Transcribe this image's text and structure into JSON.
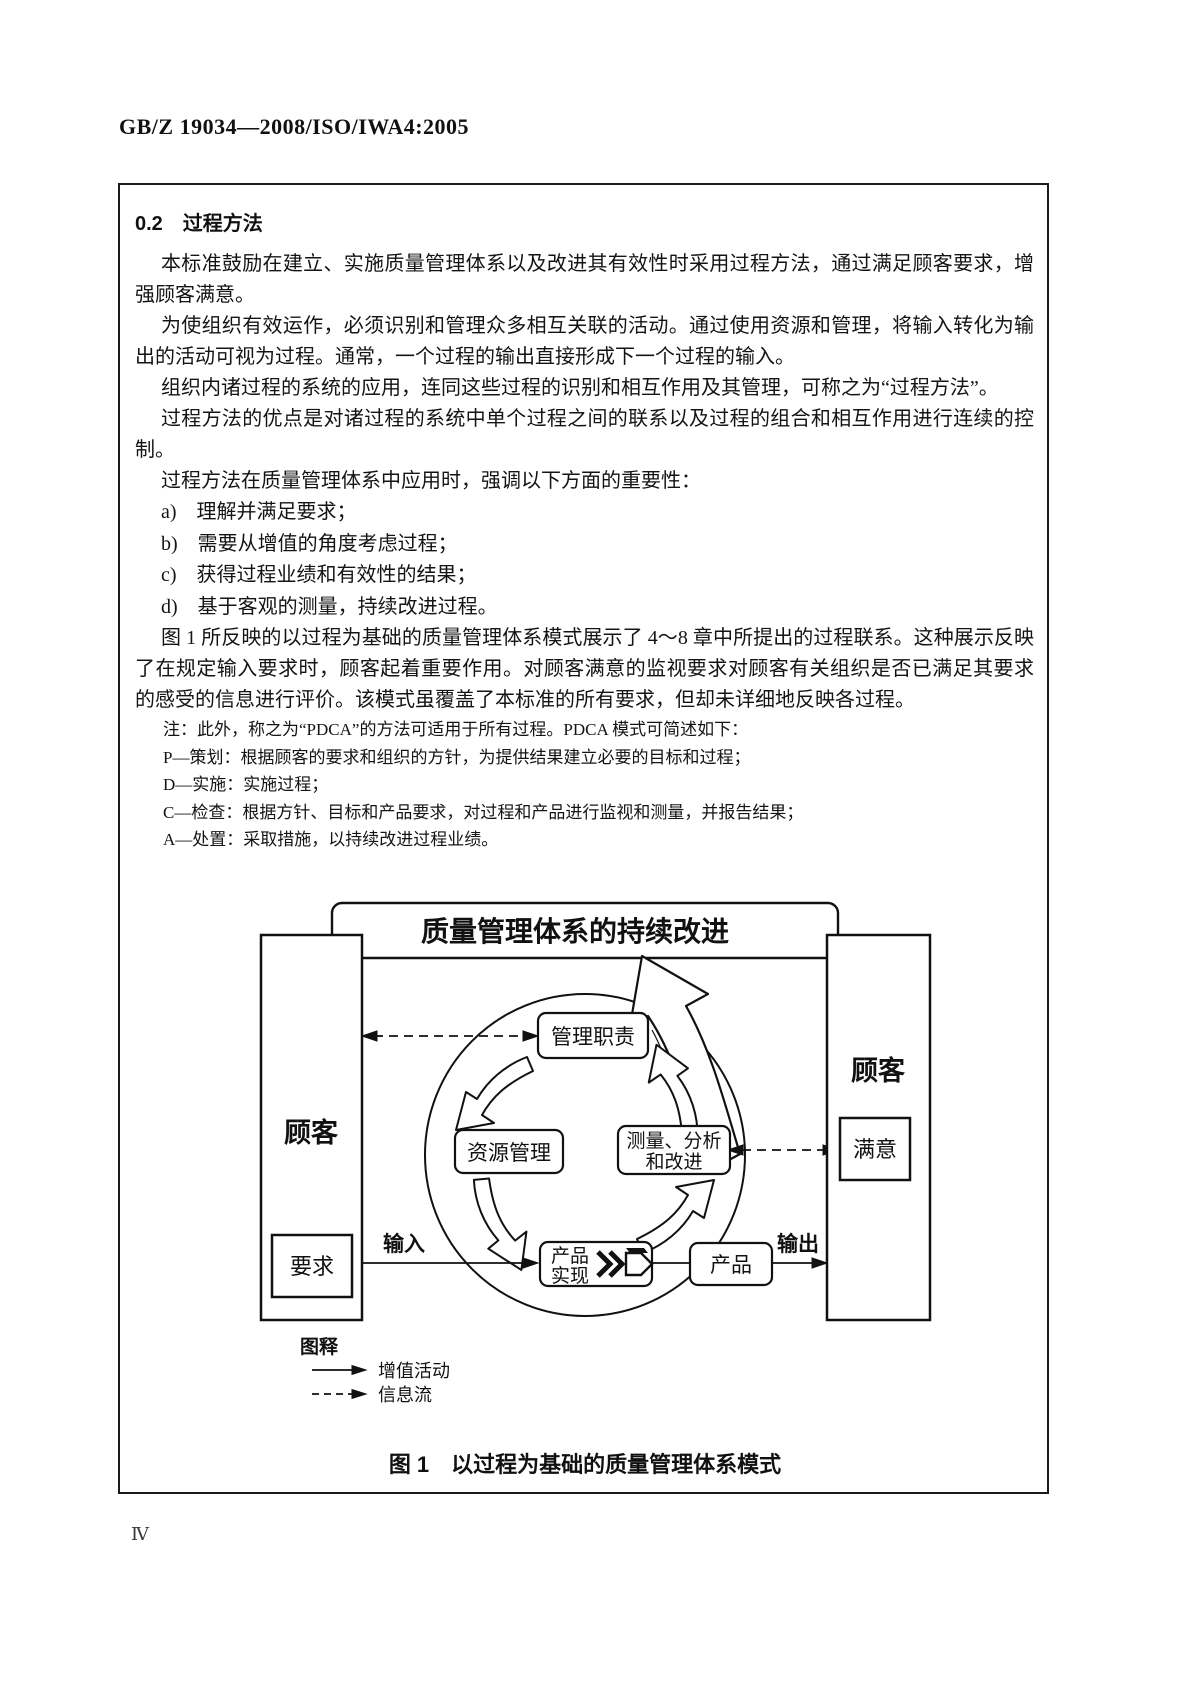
{
  "page": {
    "header": "GB/Z 19034—2008/ISO/IWA4:2005",
    "page_number": "Ⅳ"
  },
  "section": {
    "title": "0.2　过程方法"
  },
  "paragraphs": [
    "本标准鼓励在建立、实施质量管理体系以及改进其有效性时采用过程方法，通过满足顾客要求，增强顾客满意。",
    "为使组织有效运作，必须识别和管理众多相互关联的活动。通过使用资源和管理，将输入转化为输出的活动可视为过程。通常，一个过程的输出直接形成下一个过程的输入。",
    "组织内诸过程的系统的应用，连同这些过程的识别和相互作用及其管理，可称之为“过程方法”。",
    "过程方法的优点是对诸过程的系统中单个过程之间的联系以及过程的组合和相互作用进行连续的控制。",
    "过程方法在质量管理体系中应用时，强调以下方面的重要性：",
    "图 1 所反映的以过程为基础的质量管理体系模式展示了 4～8 章中所提出的过程联系。这种展示反映了在规定输入要求时，顾客起着重要作用。对顾客满意的监视要求对顾客有关组织是否已满足其要求的感受的信息进行评价。该模式虽覆盖了本标准的所有要求，但却未详细地反映各过程。"
  ],
  "list_items": [
    "a)　理解并满足要求；",
    "b)　需要从增值的角度考虑过程；",
    "c)　获得过程业绩和有效性的结果；",
    "d)　基于客观的测量，持续改进过程。"
  ],
  "notes": [
    "注：此外，称之为“PDCA”的方法可适用于所有过程。PDCA 模式可简述如下：",
    "P—策划：根据顾客的要求和组织的方针，为提供结果建立必要的目标和过程；",
    "D—实施：实施过程；",
    "C—检查：根据方针、目标和产品要求，对过程和产品进行监视和测量，并报告结果；",
    "A—处置：采取措施，以持续改进过程业绩。"
  ],
  "figure": {
    "top_box": "质量管理体系的持续改进",
    "management": "管理职责",
    "resources": "资源管理",
    "measurement_line1": "测量、分析",
    "measurement_line2": "和改进",
    "realization_line1": "产品",
    "realization_line2": "实现",
    "product": "产品",
    "customer": "顾客",
    "requirements": "要求",
    "satisfaction": "满意",
    "input_label": "输入",
    "output_label": "输出",
    "legend_title": "图释",
    "legend_solid": "增值活动",
    "legend_dashed": "信息流",
    "caption": "图 1　以过程为基础的质量管理体系模式"
  }
}
